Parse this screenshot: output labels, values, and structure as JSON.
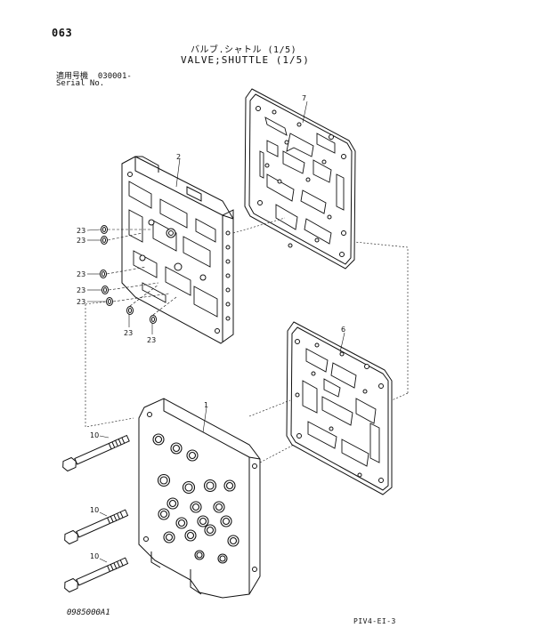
{
  "page": {
    "number": "063",
    "title_jp": "バルブ.シャトル (1/5)",
    "title_en": "VALVE;SHUTTLE (1/5)",
    "serial_label_jp": "適用号機",
    "serial_value": "030001-",
    "serial_label_en": "Serial No.",
    "doc_code": "0985000A1",
    "figure_code": "PIV4-EI-3"
  },
  "callouts": {
    "c1": "1",
    "c2": "2",
    "c6": "6",
    "c7": "7",
    "c10a": "10",
    "c10b": "10",
    "c10c": "10",
    "c23a": "23",
    "c23b": "23",
    "c23c": "23",
    "c23d": "23",
    "c23e": "23",
    "c23f": "23",
    "c23g": "23"
  }
}
